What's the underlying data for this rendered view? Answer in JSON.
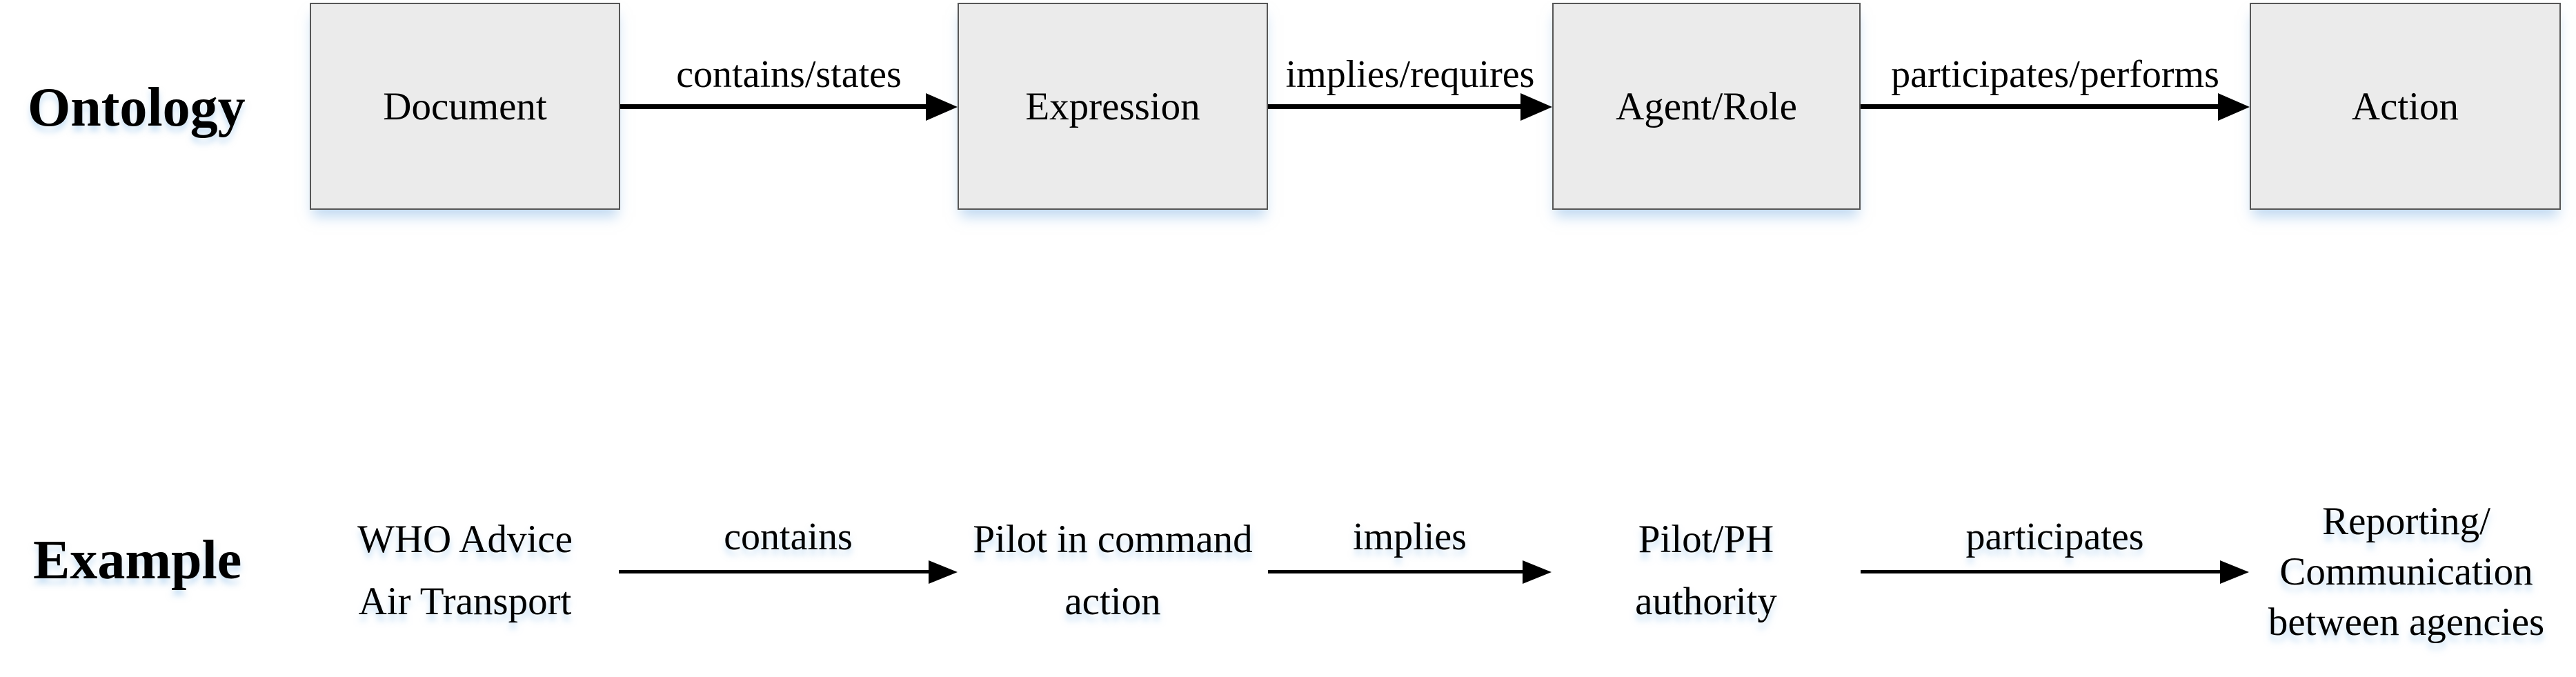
{
  "ontology_row": {
    "label": "Ontology",
    "nodes": [
      "Document",
      "Expression",
      "Agent/Role",
      "Action"
    ],
    "edges": [
      "contains/states",
      "implies/requires",
      "participates/performs"
    ]
  },
  "example_row": {
    "label": "Example",
    "nodes": [
      {
        "line1": "WHO Advice",
        "line2": "Air Transport"
      },
      {
        "line1": "Pilot in command",
        "line2": "action"
      },
      {
        "line1": "Pilot/PH",
        "line2": "authority"
      },
      {
        "line1": "Reporting/",
        "line2": "Communication",
        "line3": "between agencies"
      }
    ],
    "edges": [
      "contains",
      "implies",
      "participates"
    ]
  },
  "colors": {
    "background": "#ffffff",
    "box_fill": "#ebebeb",
    "box_border": "#565656",
    "arrow": "#000000",
    "text": "#000000",
    "soft_shadow": "#b9d4ee"
  }
}
